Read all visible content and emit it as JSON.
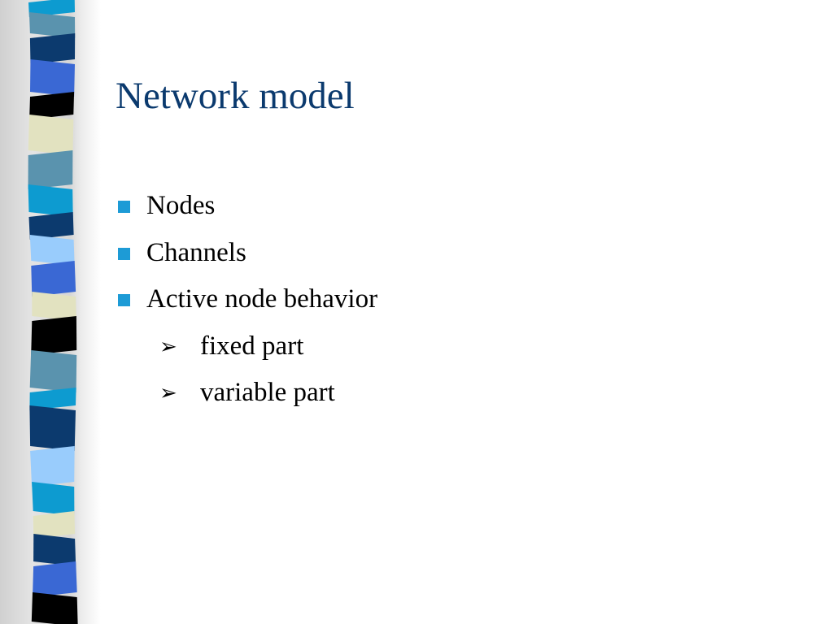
{
  "slide": {
    "title": "Network model",
    "bullets": [
      {
        "text": "Nodes",
        "level": 1
      },
      {
        "text": "Channels",
        "level": 1
      },
      {
        "text": "Active node behavior",
        "level": 1
      },
      {
        "text": "fixed part",
        "level": 2
      },
      {
        "text": "variable part",
        "level": 2
      }
    ]
  },
  "icons": {
    "level1_marker": "square-bullet-icon",
    "level2_marker": "arrowhead-bullet-icon"
  },
  "colors": {
    "title": "#0b3a6e",
    "bullet_square": "#1d9bd6",
    "background": "#ffffff",
    "stripe_palette": [
      "#0d9bd0",
      "#5a93ae",
      "#0c3a6e",
      "#3a68d4",
      "#000000",
      "#e2e2c0",
      "#99ccfc"
    ]
  }
}
